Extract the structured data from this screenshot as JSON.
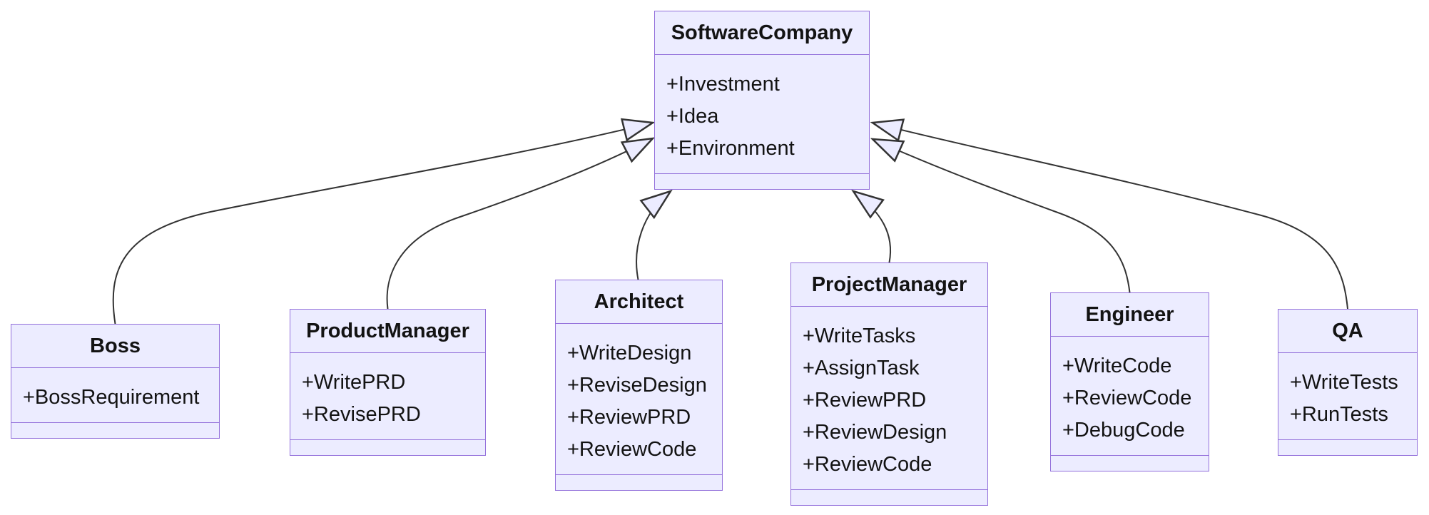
{
  "diagram": {
    "type": "uml-class-diagram",
    "colors": {
      "class_fill": "#ECECFF",
      "class_border": "#9370DB",
      "edge_line": "#333333",
      "text": "#131313",
      "background": "#FFFFFF"
    },
    "classes": {
      "software_company": {
        "name": "SoftwareCompany",
        "members": [
          "+Investment",
          "+Idea",
          "+Environment"
        ],
        "methods": []
      },
      "boss": {
        "name": "Boss",
        "members": [
          "+BossRequirement"
        ],
        "methods": []
      },
      "product_manager": {
        "name": "ProductManager",
        "members": [
          "+WritePRD",
          "+RevisePRD"
        ],
        "methods": []
      },
      "architect": {
        "name": "Architect",
        "members": [
          "+WriteDesign",
          "+ReviseDesign",
          "+ReviewPRD",
          "+ReviewCode"
        ],
        "methods": []
      },
      "project_manager": {
        "name": "ProjectManager",
        "members": [
          "+WriteTasks",
          "+AssignTask",
          "+ReviewPRD",
          "+ReviewDesign",
          "+ReviewCode"
        ],
        "methods": []
      },
      "engineer": {
        "name": "Engineer",
        "members": [
          "+WriteCode",
          "+ReviewCode",
          "+DebugCode"
        ],
        "methods": []
      },
      "qa": {
        "name": "QA",
        "members": [
          "+WriteTests",
          "+RunTests"
        ],
        "methods": []
      }
    },
    "relations": [
      {
        "from": "Boss",
        "to": "SoftwareCompany",
        "type": "inheritance",
        "arrowhead": "hollow-triangle"
      },
      {
        "from": "ProductManager",
        "to": "SoftwareCompany",
        "type": "inheritance",
        "arrowhead": "hollow-triangle"
      },
      {
        "from": "Architect",
        "to": "SoftwareCompany",
        "type": "inheritance",
        "arrowhead": "hollow-triangle"
      },
      {
        "from": "ProjectManager",
        "to": "SoftwareCompany",
        "type": "inheritance",
        "arrowhead": "hollow-triangle"
      },
      {
        "from": "Engineer",
        "to": "SoftwareCompany",
        "type": "inheritance",
        "arrowhead": "hollow-triangle"
      },
      {
        "from": "QA",
        "to": "SoftwareCompany",
        "type": "inheritance",
        "arrowhead": "hollow-triangle"
      }
    ]
  }
}
